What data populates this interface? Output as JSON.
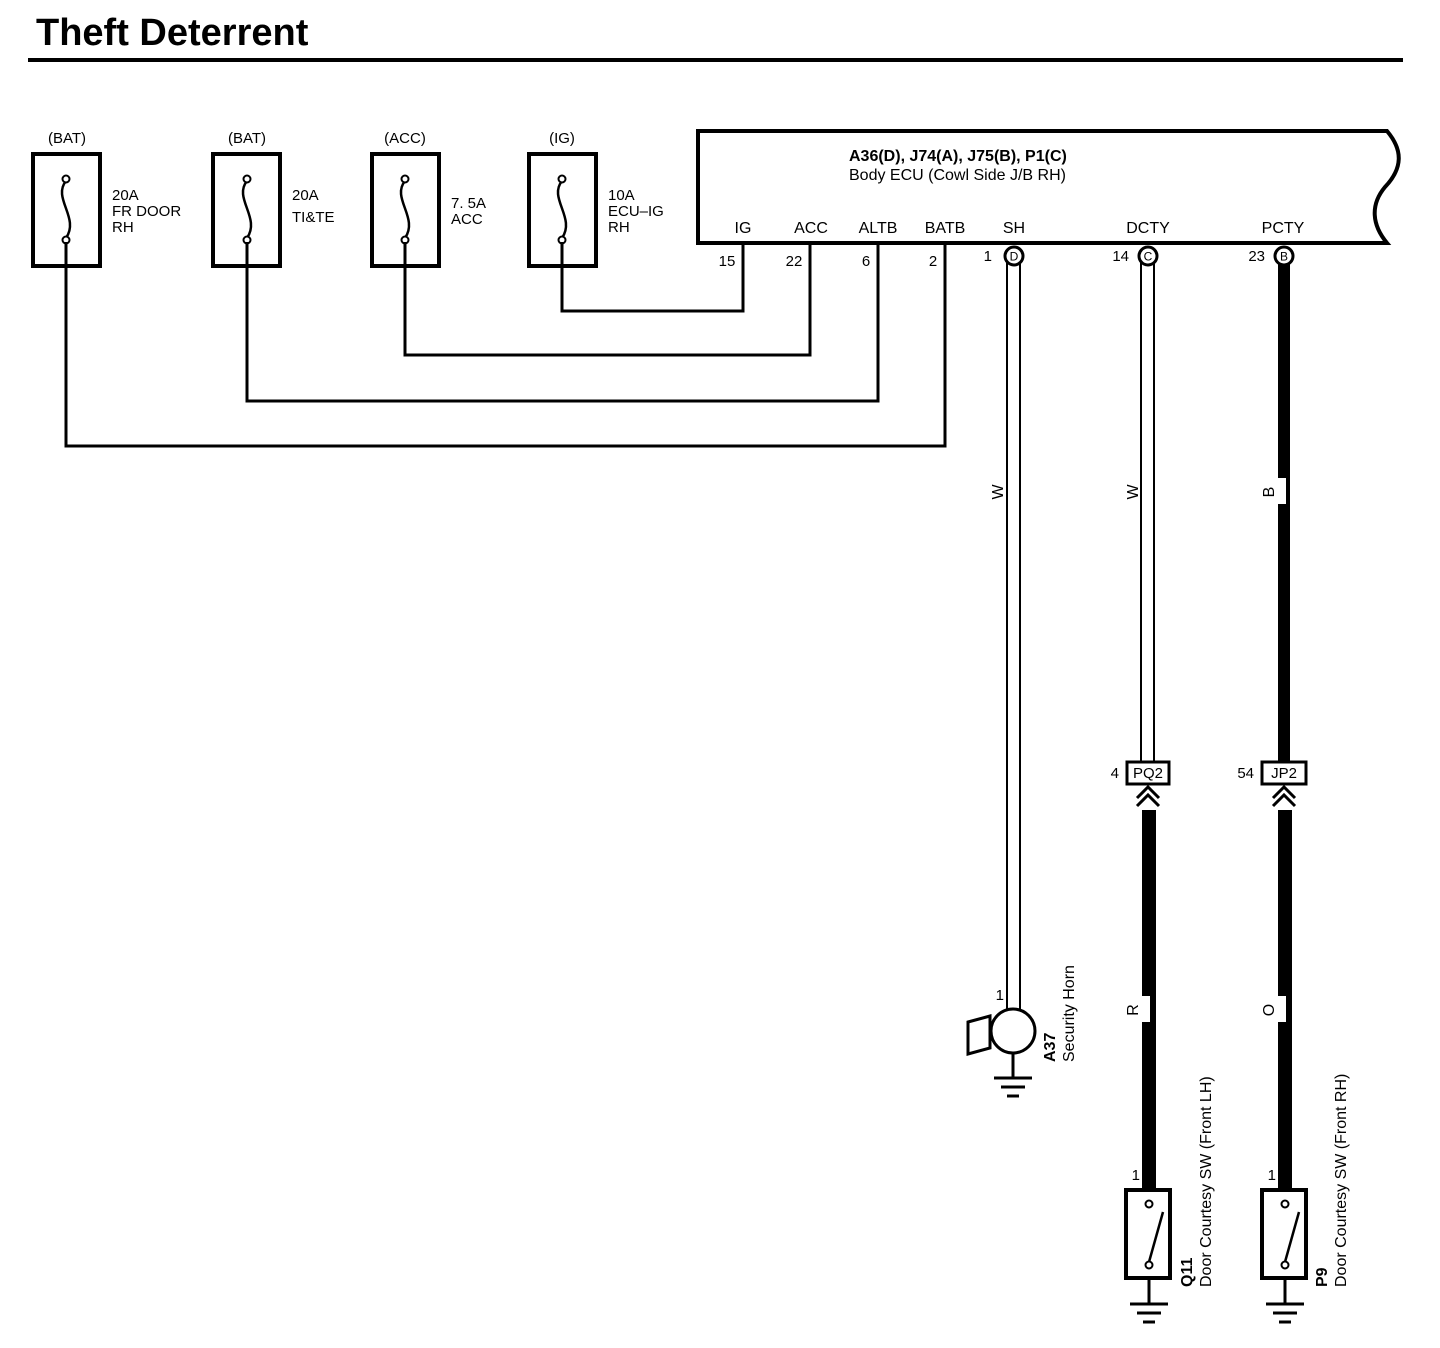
{
  "title": "Theft Deterrent",
  "fuses": [
    {
      "source": "(BAT)",
      "line1": "20A",
      "line2": "FR DOOR",
      "line3": "RH"
    },
    {
      "source": "(BAT)",
      "line1": "20A",
      "line2": "TI&TE",
      "line3": ""
    },
    {
      "source": "(ACC)",
      "line1": "7. 5A",
      "line2": "ACC",
      "line3": ""
    },
    {
      "source": "(IG)",
      "line1": "10A",
      "line2": "ECU–IG",
      "line3": "RH"
    }
  ],
  "ecu": {
    "connectors": "A36(D), J74(A), J75(B), P1(C)",
    "name": "Body ECU (Cowl Side J/B RH)",
    "pins": [
      {
        "label": "IG",
        "number": "15",
        "connector": ""
      },
      {
        "label": "ACC",
        "number": "22",
        "connector": ""
      },
      {
        "label": "ALTB",
        "number": "6",
        "connector": ""
      },
      {
        "label": "BATB",
        "number": "2",
        "connector": ""
      },
      {
        "label": "SH",
        "number": "1",
        "connector": "D"
      },
      {
        "label": "DCTY",
        "number": "14",
        "connector": "C"
      },
      {
        "label": "PCTY",
        "number": "23",
        "connector": "B"
      }
    ]
  },
  "wires": {
    "sh_color": "W",
    "dcty_upper_color": "W",
    "pcty_upper_color": "B",
    "dcty_lower_color": "R",
    "pcty_lower_color": "O"
  },
  "junctions": [
    {
      "pin": "4",
      "name": "PQ2"
    },
    {
      "pin": "54",
      "name": "JP2"
    }
  ],
  "components": {
    "horn": {
      "pin": "1",
      "code": "A37",
      "name": "Security Horn"
    },
    "switch_lh": {
      "pin": "1",
      "code": "Q11",
      "name": "Door Courtesy SW (Front LH)"
    },
    "switch_rh": {
      "pin": "1",
      "code": "P9",
      "name": "Door Courtesy SW (Front RH)"
    }
  },
  "colors": {
    "ink": "#000000",
    "background": "#ffffff"
  }
}
